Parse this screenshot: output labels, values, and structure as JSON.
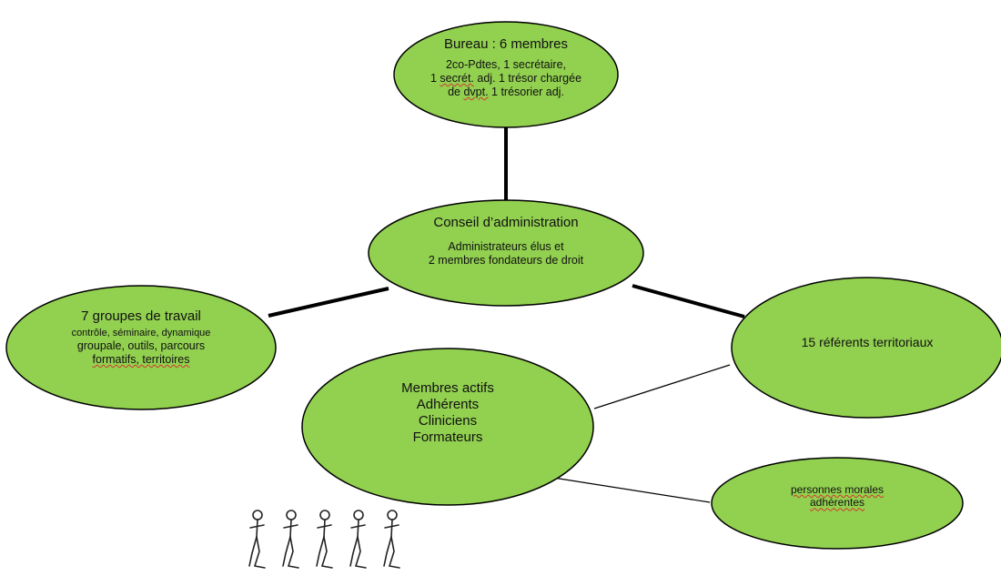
{
  "colors": {
    "fill": "#92D050",
    "stroke": "#000000",
    "squiggle": "#d23a2a"
  },
  "nodes": {
    "bureau": {
      "title": "Bureau : 6 membres",
      "line1": "2co-Pdtes, 1 secrétaire,",
      "line2_a": "1 ",
      "line2_b": "secrét.",
      "line2_c": " adj. 1 trésor chargée",
      "line3_a": "de ",
      "line3_b": "dvpt.",
      "line3_c": " 1 trésorier adj."
    },
    "conseil": {
      "title": "Conseil  d’administration",
      "line1": "Administrateurs élus et",
      "line2": "2 membres fondateurs de droit"
    },
    "groupes": {
      "title": "7 groupes de travail",
      "line1": "contrôle, séminaire,  dynamique",
      "line2": "groupale, outils, parcours",
      "line3": "formatifs, territoires"
    },
    "referents": {
      "title": "15 référents territoriaux"
    },
    "membres": {
      "line1": "Membres actifs",
      "line2": "Adhérents",
      "line3": "Cliniciens",
      "line4": "Formateurs"
    },
    "personnes": {
      "line1": "personnes morales",
      "line2": "adhérentes"
    }
  },
  "people_icons": [
    "person-1",
    "person-2",
    "person-3",
    "person-4",
    "person-5"
  ]
}
